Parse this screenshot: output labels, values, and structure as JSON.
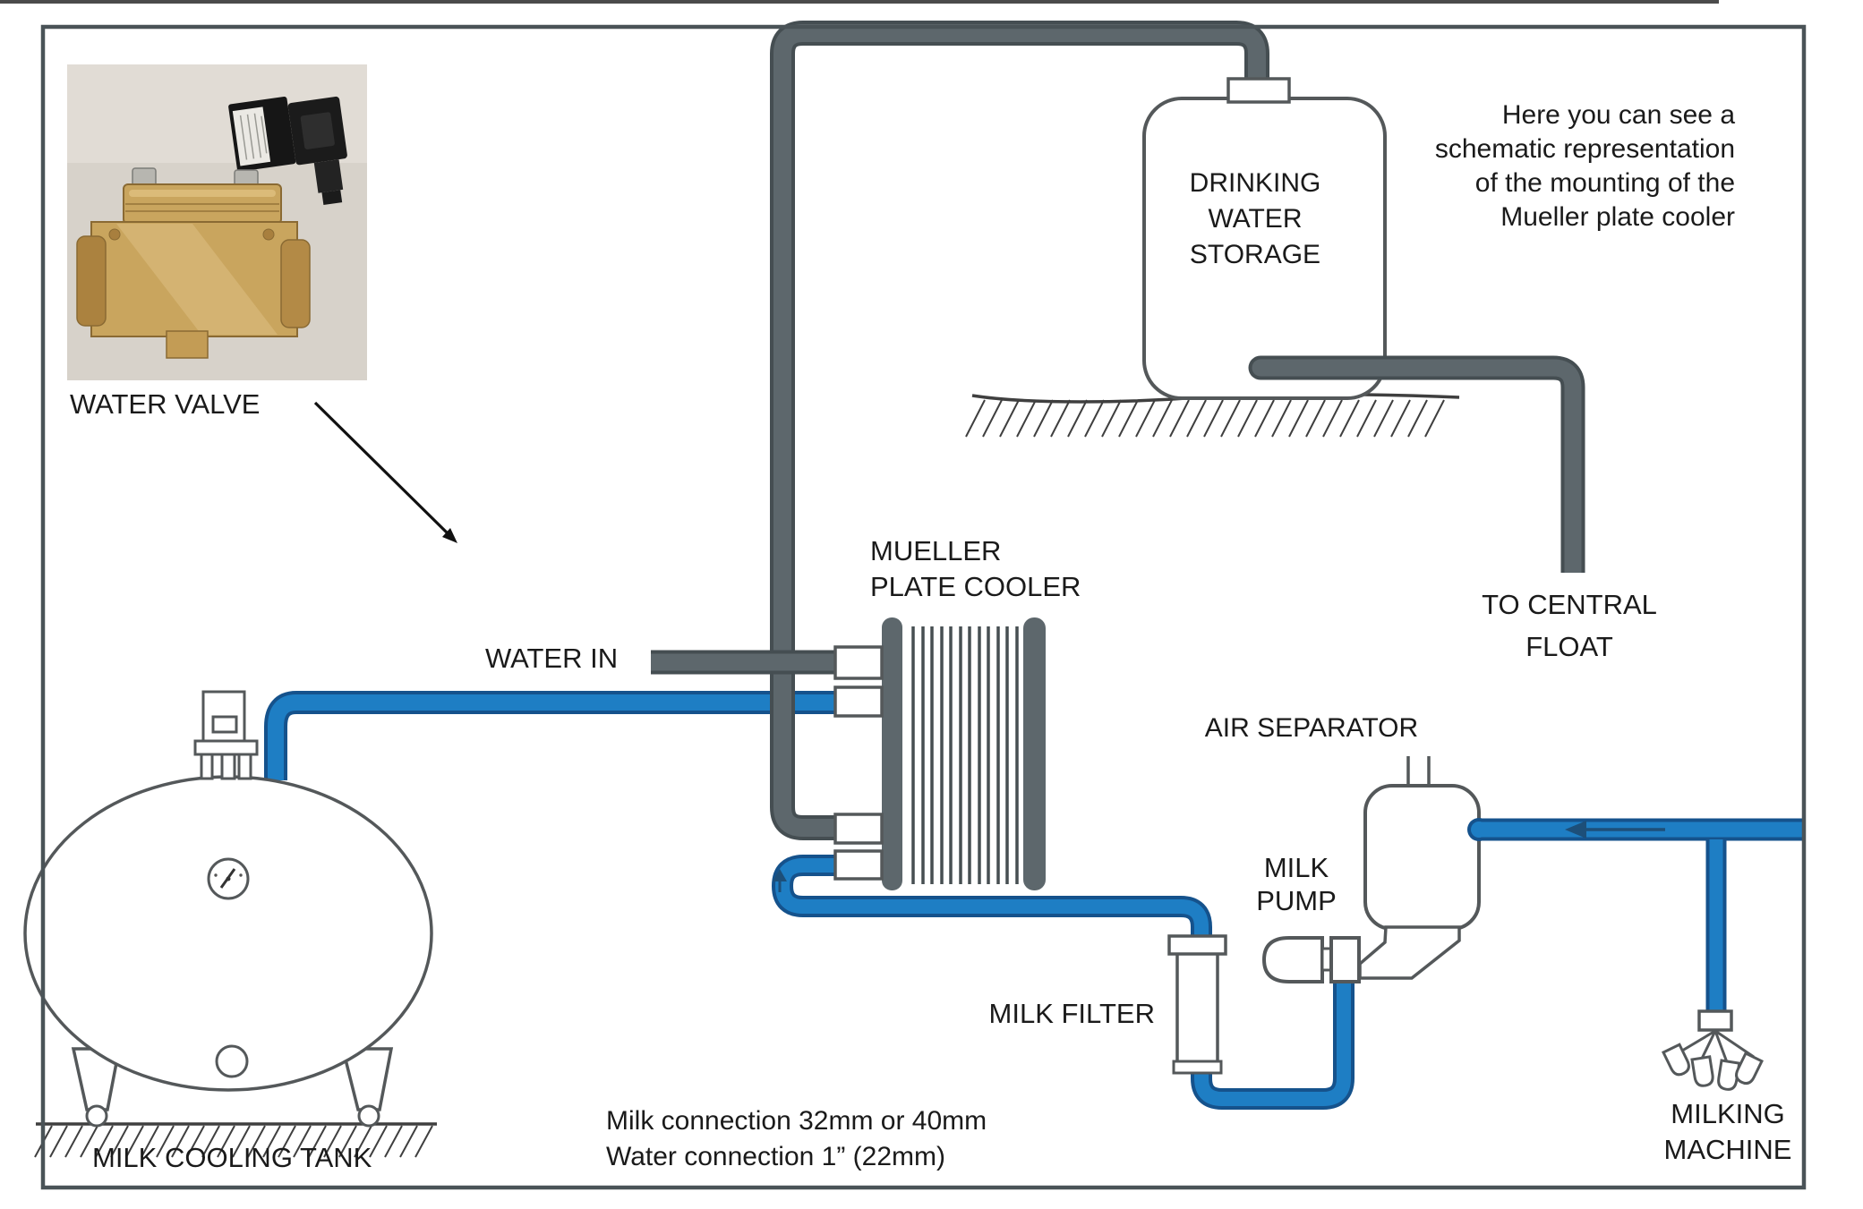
{
  "photo": {
    "label": "WATER VALVE"
  },
  "intro": {
    "lines": [
      "Here you can see a",
      "schematic representation",
      "of the mounting of the",
      "Mueller plate cooler"
    ]
  },
  "tank": {
    "lines": [
      "DRINKING",
      "WATER",
      "STORAGE"
    ]
  },
  "float": {
    "lines": [
      "TO CENTRAL",
      "FLOAT"
    ]
  },
  "cooler": {
    "lines": [
      "MUELLER",
      "PLATE COOLER"
    ]
  },
  "water_in": "WATER IN",
  "air_separator": "AIR SEPARATOR",
  "milk_pump": {
    "lines": [
      "MILK",
      "PUMP"
    ]
  },
  "milk_filter": "MILK FILTER",
  "milking_machine": {
    "lines": [
      "MILKING",
      "MACHINE"
    ]
  },
  "milk_cooling_tank": "MILK COOLING TANK",
  "notes": {
    "lines": [
      "Milk connection 32mm or 40mm",
      "Water connection 1” (22mm)"
    ]
  },
  "colors": {
    "water_pipe": "#5d676c",
    "water_pipe_dark": "#454e52",
    "milk_pipe": "#1e7ec4",
    "milk_pipe_dark": "#15528c",
    "line": "#54585a",
    "text": "#1a1a1a",
    "flow_arrow": "#1d4f79",
    "photo_bg": "#d7d2ca",
    "brass": "#c9a55e",
    "brass_dark": "#8a6a33",
    "solenoid": "#161616",
    "frame": "#4a5357"
  }
}
